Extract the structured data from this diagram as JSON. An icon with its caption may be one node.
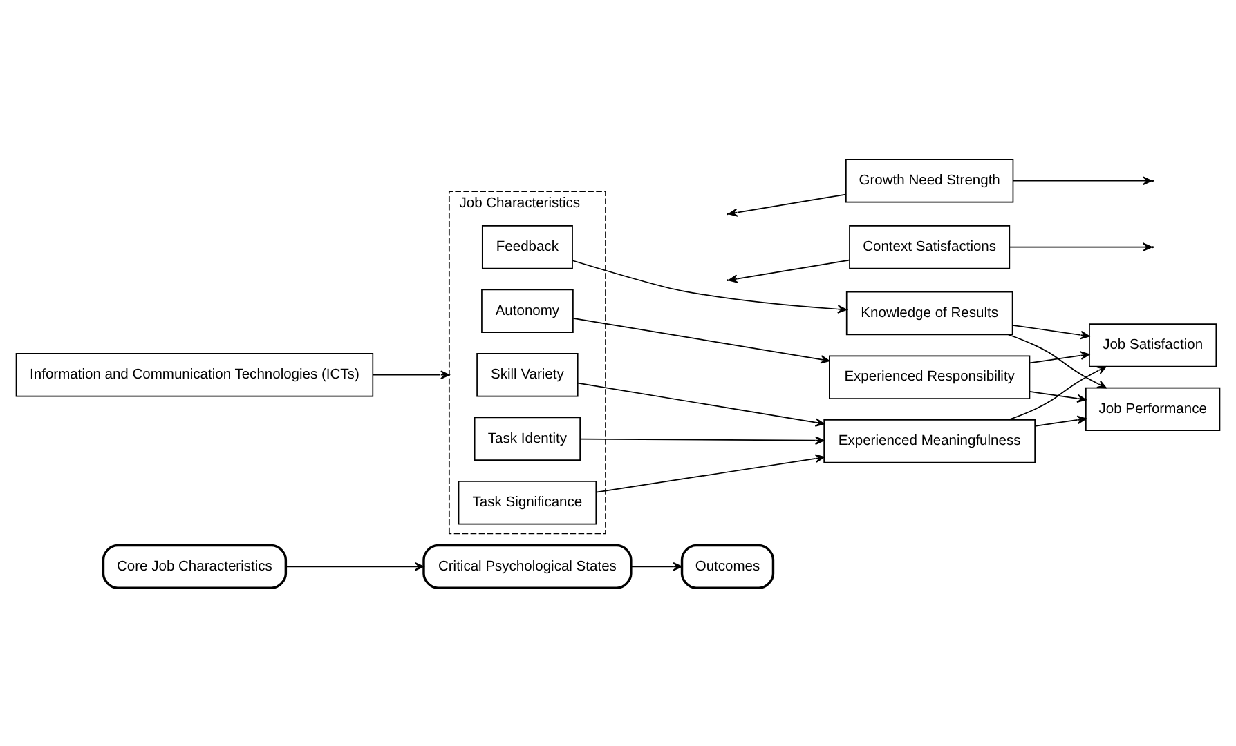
{
  "diagram": {
    "nodes": [
      {
        "text": [
          "Core Job Characteristics"
        ]
      },
      {
        "text": [
          "Critical Psychological States"
        ]
      },
      {
        "text": [
          "Outcomes"
        ]
      },
      {
        "text": [
          "Information and Communication Technologies (ICTs)"
        ]
      },
      {
        "text": [
          "Job Characteristics"
        ]
      },
      {
        "text": [
          "Skill Variety"
        ],
        "in": 4
      },
      {
        "text": [
          "Task Identity"
        ],
        "in": 4
      },
      {
        "text": [
          "Task Significance"
        ],
        "in": 4
      },
      {
        "text": [
          "Autonomy"
        ],
        "in": 4
      },
      {
        "text": [
          "Feedback"
        ],
        "in": 4
      },
      {
        "text": [
          "Experienced Meaningfulness"
        ]
      },
      {
        "text": [
          "Experienced Responsibility"
        ]
      },
      {
        "text": [
          "Knowledge of Results"
        ]
      },
      {
        "text": [
          "Job Satisfaction"
        ]
      },
      {
        "text": [
          "Job Performance"
        ]
      },
      {
        "text": [
          "Growth Need Strength"
        ]
      },
      {
        "text": [
          "Context Satisfactions"
        ]
      }
    ],
    "edges": [
      {
        "from": 0,
        "to": 1,
        "arrow": "to"
      },
      {
        "from": 1,
        "to": 2,
        "arrow": "to"
      },
      {
        "from": 3,
        "to": 4,
        "arrow": "to"
      },
      {
        "from": 5,
        "to": 10,
        "arrow": "to"
      },
      {
        "from": 6,
        "to": 10,
        "arrow": "to"
      },
      {
        "from": 7,
        "to": 10,
        "arrow": "to"
      },
      {
        "from": 8,
        "to": 11,
        "arrow": "to"
      },
      {
        "from": 9,
        "to": 12,
        "arrow": "to"
      },
      {
        "from": 10,
        "to": 13,
        "arrow": "to"
      },
      {
        "from": 11,
        "to": 13,
        "arrow": "to"
      },
      {
        "from": 12,
        "to": 13,
        "arrow": "to"
      },
      {
        "from": 10,
        "to": 14,
        "arrow": "to"
      },
      {
        "from": 11,
        "to": 14,
        "arrow": "to"
      },
      {
        "from": 12,
        "to": 14,
        "arrow": "to"
      },
      {
        "from": 15,
        "to": null,
        "arrow": "to"
      },
      {
        "from": 15,
        "to": null,
        "arrow": "to"
      },
      {
        "from": 16,
        "to": null,
        "arrow": "to"
      },
      {
        "from": 16,
        "to": null,
        "arrow": "to"
      }
    ]
  }
}
